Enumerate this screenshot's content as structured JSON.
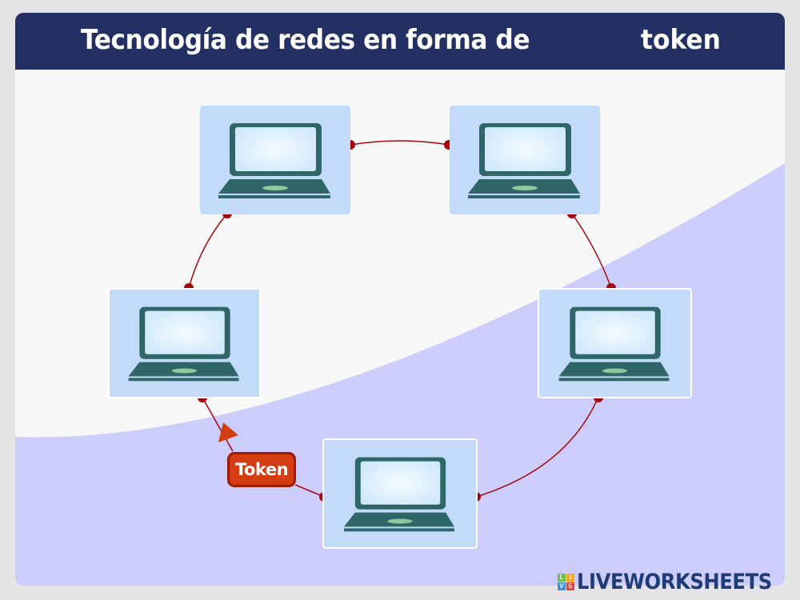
{
  "header": {
    "title_part1": "Tecnología de redes en forma de",
    "title_part2": "token",
    "blank_between": true
  },
  "diagram": {
    "type": "ring-network",
    "nodes": [
      {
        "id": "pc-top-left",
        "icon": "laptop-icon"
      },
      {
        "id": "pc-top-right",
        "icon": "laptop-icon"
      },
      {
        "id": "pc-right",
        "icon": "laptop-icon"
      },
      {
        "id": "pc-bottom",
        "icon": "laptop-icon"
      },
      {
        "id": "pc-left",
        "icon": "laptop-icon"
      }
    ],
    "connections": [
      [
        "pc-top-left",
        "pc-top-right"
      ],
      [
        "pc-top-right",
        "pc-right"
      ],
      [
        "pc-right",
        "pc-bottom"
      ],
      [
        "pc-bottom",
        "pc-left"
      ],
      [
        "pc-left",
        "pc-top-left"
      ]
    ],
    "token": {
      "label": "Token",
      "direction": "from pc-bottom toward pc-left"
    }
  },
  "colors": {
    "title_bg": "#223063",
    "node_bg": "#c3daf9",
    "laptop": "#2f6667",
    "connector": "#a3050c",
    "token_fill": "#d43c12",
    "lavender_bg": "#cdcdfc"
  },
  "brand": {
    "logo_letters": [
      "L",
      "I",
      "V",
      "E"
    ],
    "name": "LIVEWORKSHEETS"
  }
}
